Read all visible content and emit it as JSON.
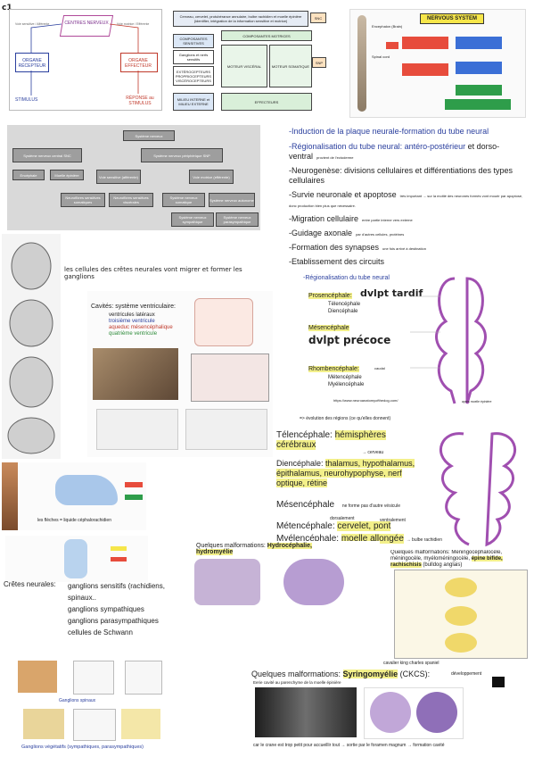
{
  "corner_note": "c1",
  "diagram_sensory": {
    "top": "CENTRES NERVEUX",
    "left_box": "ORGANE RÉCEPTEUR",
    "right_box": "ORGANE EFFECTEUR",
    "left_bottom": "STIMULUS",
    "right_bottom": "RÉPONSE au STIMULUS",
    "left_arrow": "Voie sensitive / Afférente",
    "right_arrow": "Voie motrice / Efférente"
  },
  "diagram_components": {
    "header": "Cerveau, cervelet, protubérance annulaire, bulbe rachidien et moelle épinière (identifier, intégration de la information sensitive et motrice)",
    "snc": "SNC",
    "snp": "SNP",
    "sensory_title": "COMPOSANTES SENSITIVES",
    "motor_title": "COMPOSANTES MOTRICES",
    "visceral": "MOTEUR VISCÉRAL",
    "somatic": "MOTEUR SOMATIQUE",
    "ganglia": "Ganglions et nerfs sensitifs",
    "receptors": "EXTÉROCEPTEURS PROPRIOCEPTEURS VISCÉROCEPTEURS",
    "effectors": "EFFECTEURS",
    "milieu": "MILIEU INTERNE et MILIEU EXTERNE"
  },
  "nervous_system_chart": {
    "title": "NERVOUS SYSTEM",
    "brain": "Encephalon (Brain)",
    "cord": "Spinal cord"
  },
  "tree_chart": {
    "root": "Système nerveux",
    "snc": "Système nerveux central SNC",
    "snp": "Système nerveux périphérique SNP",
    "encephale": "Encéphale",
    "moelle": "Moelle épinière",
    "afferent": "Voie sensitive (afférente)",
    "efferent": "Voie motrice (efférente)",
    "neuro_s1": "Neurofibres sensitives somatiques",
    "neuro_s2": "Neurofibres sensitives viscérales",
    "sns": "Système nerveux somatique",
    "sna": "Système nerveux autonome",
    "symp": "Système nerveux sympathique",
    "para": "Système nerveux parasympathique"
  },
  "development_list": [
    {
      "text": "-Induction de la plaque neurale-formation du tube neural",
      "note": "",
      "color": "#2a3f9e"
    },
    {
      "text": "-Régionalisation du tube neural: antéro-postérieur",
      "suffix": " et dorso-ventral",
      "note": "provient de l'ectoderme",
      "color": "#2a3f9e"
    },
    {
      "text": "-Neurogenèse: divisions cellulaires et différentiations des types cellulaires",
      "note": "",
      "color": "#222"
    },
    {
      "text": "-Survie neuronale et apoptose",
      "note": "très important → sur la moitié des neurones formés vont mourir par apoptose, donc production bien plus que nécessaire.",
      "color": "#222"
    },
    {
      "text": "-Migration cellulaire",
      "note": "entre partie interne vers externe",
      "color": "#222"
    },
    {
      "text": "-Guidage axonale",
      "note": "par d'autres cellules, protéines",
      "color": "#222"
    },
    {
      "text": "-Formation des synapses",
      "note": "une fois arrivé à destination",
      "color": "#222"
    },
    {
      "text": "-Etablissement des circuits",
      "note": "",
      "color": "#222"
    }
  ],
  "crest_note": "les cellules des crêtes neurales vont migrer et former les ganglions",
  "cavities": {
    "title": "Cavités: système ventriculaire:",
    "items": [
      {
        "label": "ventricules latéraux",
        "color": "#222"
      },
      {
        "label": "troisième ventricule",
        "color": "#2a3f9e"
      },
      {
        "label": "aqueduc mésencéphalique",
        "color": "#c0392b"
      },
      {
        "label": "quatrième ventricule",
        "color": "#2e8b3a"
      }
    ]
  },
  "regionalisation": {
    "title": "-Régionalisation du tube neural",
    "prosencephale": "Prosencéphale:",
    "prosencephale_note": "dvlpt tardif",
    "telencephale": "Télencéphale",
    "diencephale": "Diencéphale",
    "mesencephale": "Mésencéphale",
    "mesencephale_note": "dvlpt précoce",
    "rhombencephale": "Rhombencéphale:",
    "rhombencephale_note": "caudal",
    "metencephale": "Métencéphale",
    "myelencephale": "Myélencéphale",
    "url": "https://www.neuroanatomyofthedog.com/",
    "spine": "après moelle épinière"
  },
  "derivatives": {
    "intro": "=> évolution des régions (ce qu'elles donnent)",
    "tel": "Télencéphale: ",
    "tel_hl": "hémisphères cérébraux",
    "tel_note": "→ cerveau",
    "di": "Diencéphale: ",
    "di_hl": "thalamus, hypothalamus, épithalamus, neurohypophyse, nerf optique, rétine",
    "mes": "Mésencéphale",
    "mes_note": "ne forme pas d'autre vésicule",
    "met": "Métencéphale: ",
    "met_hl": "cervelet, pont",
    "met_note1": "dorsalement",
    "met_note2": "ventralement",
    "mye": "Myélencéphale: ",
    "mye_hl": "moelle allongée",
    "mye_note": "→ bulbe rachidien"
  },
  "csf_note": "les flèches = liquide céphalorachidien",
  "crest_derivatives": {
    "title": "Crêtes neurales:",
    "items": [
      "ganglions sensitifs (rachidiens, spinaux..",
      "ganglions sympathiques",
      "ganglions parasympathiques",
      "cellules de Schwann"
    ]
  },
  "malformation1": {
    "title": "Quelques malformations: ",
    "title_hl": "Hydrocéphalie, hydromyélie"
  },
  "malformation2": {
    "title": "Quelques malformations: ",
    "title_rest": "Meningocéphalocèle, méningocèle, myéloméningocèle, ",
    "title_hl": "épine bifide, rachischisis",
    "title_end": " (bulldog anglais)"
  },
  "malformation3": {
    "title": "Quelques malformations: ",
    "title_hl": "Syringomyélie",
    "title_end": " (CKCS):",
    "sub": "Eerie cavité au parenchyme de la moelle épinière",
    "top_note": "cavalier king charles spaniel",
    "dev": "développement",
    "bottom_note": "car le crane est trop petit pour accueillir tout → sortie par le foramen magnum → formation cavité"
  },
  "ganglia": {
    "spinaux": "Ganglions spinaux",
    "vegetatifs": "Ganglions végétatifs (sympathiques, parasympathiques)"
  }
}
